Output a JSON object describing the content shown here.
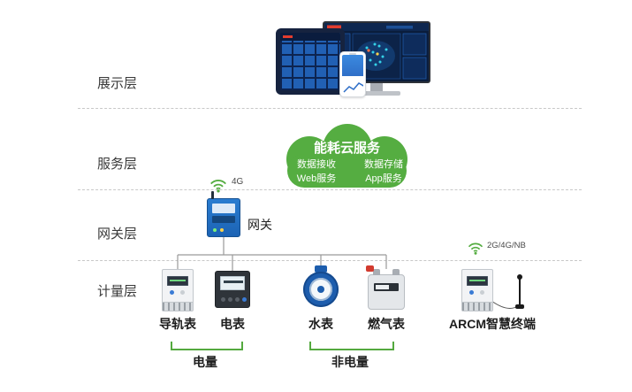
{
  "layers": [
    {
      "label": "展示层"
    },
    {
      "label": "服务层"
    },
    {
      "label": "网关层"
    },
    {
      "label": "计量层"
    }
  ],
  "cloud": {
    "title": "能耗云服务",
    "items": [
      {
        "label": "数据接收"
      },
      {
        "label": "数据存储"
      },
      {
        "label": "Web服务"
      },
      {
        "label": "App服务"
      }
    ]
  },
  "gateway": {
    "label": "网关",
    "network": "4G"
  },
  "metering": {
    "devices": [
      {
        "label": "导轨表"
      },
      {
        "label": "电表"
      },
      {
        "label": "水表"
      },
      {
        "label": "燃气表"
      },
      {
        "label": "ARCM智慧终端",
        "network": "2G/4G/NB"
      }
    ],
    "groups": [
      {
        "label": "电量"
      },
      {
        "label": "非电量"
      }
    ]
  },
  "colors": {
    "cloud_green": "#55ad41",
    "gateway_blue": "#1e6fc4",
    "water_blue": "#1d5dad",
    "line_gray": "#9a9a9a",
    "bracket_green": "#54a93f"
  }
}
